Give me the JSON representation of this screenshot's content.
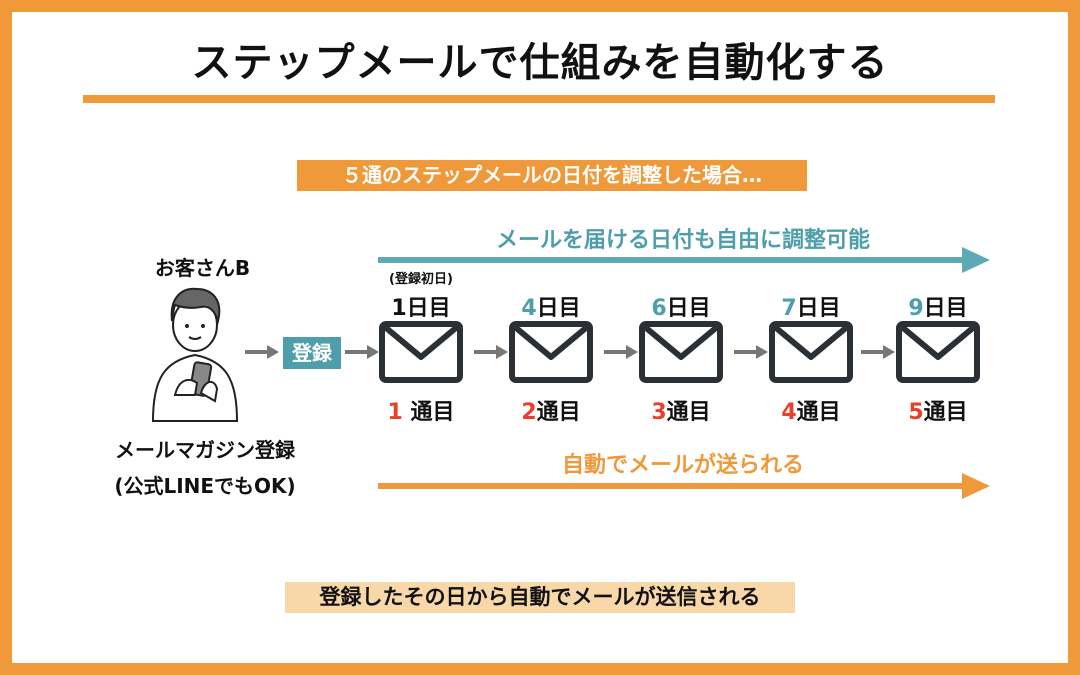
{
  "title": "ステップメールで仕組みを自動化する",
  "label": "５通のステップメールの日付を調整した場合…",
  "top_arrow_text": "メールを届ける日付も自由に調整可能",
  "customer": "お客さんB",
  "register_label": "登録",
  "register_caption_1": "メールマガジン登録",
  "register_caption_2": "(公式LINEでもOK)",
  "first_day_note": "(登録初日)",
  "day_suffix": "日目",
  "count_suffix": "通目",
  "emails": [
    {
      "day": "1",
      "count": "1"
    },
    {
      "day": "4",
      "count": "2"
    },
    {
      "day": "6",
      "count": "3"
    },
    {
      "day": "7",
      "count": "4"
    },
    {
      "day": "9",
      "count": "5"
    }
  ],
  "bottom_arrow_text": "自動でメールが送られる",
  "footer": "登録したその日から自動でメールが送信される",
  "colors": {
    "orange": "#F0993A",
    "teal": "#4E9EAB",
    "red": "#E8402A",
    "peach": "#F8D8A8",
    "dark": "#2B3036"
  }
}
